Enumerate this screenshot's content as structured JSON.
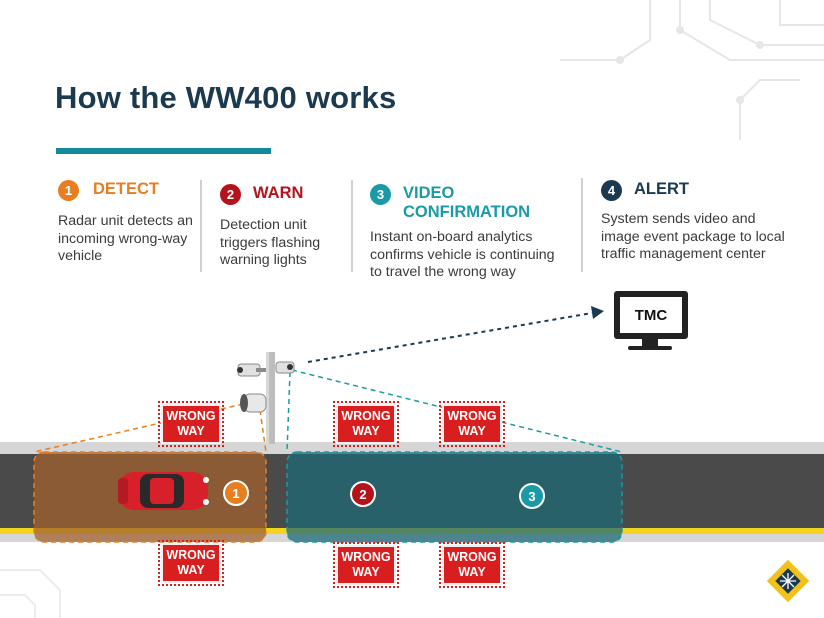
{
  "title": "How the WW400 works",
  "colors": {
    "title": "#1b3a4f",
    "accent_teal": "#138a9a",
    "detect": "#e67e22",
    "warn": "#b5121b",
    "video": "#1a9aa6",
    "alert": "#1b3a4f",
    "sign_red": "#d81e1e"
  },
  "steps": [
    {
      "number": "1",
      "title": "DETECT",
      "description": "Radar unit detects an incoming wrong-way vehicle"
    },
    {
      "number": "2",
      "title": "WARN",
      "description": "Detection unit triggers flashing warning lights"
    },
    {
      "number": "3",
      "title": "VIDEO CONFIRMATION",
      "description": "Instant on-board analytics confirms vehicle is continuing to travel the wrong way"
    },
    {
      "number": "4",
      "title": "ALERT",
      "description": "System sends video and image event package to local traffic management center"
    }
  ],
  "tmc_label": "TMC",
  "sign": {
    "line1": "WRONG",
    "line2": "WAY"
  },
  "zone_markers": [
    "1",
    "2",
    "3"
  ],
  "icons": [
    "camera-icon",
    "radar-icon",
    "car-icon",
    "monitor-icon",
    "logo-icon"
  ]
}
